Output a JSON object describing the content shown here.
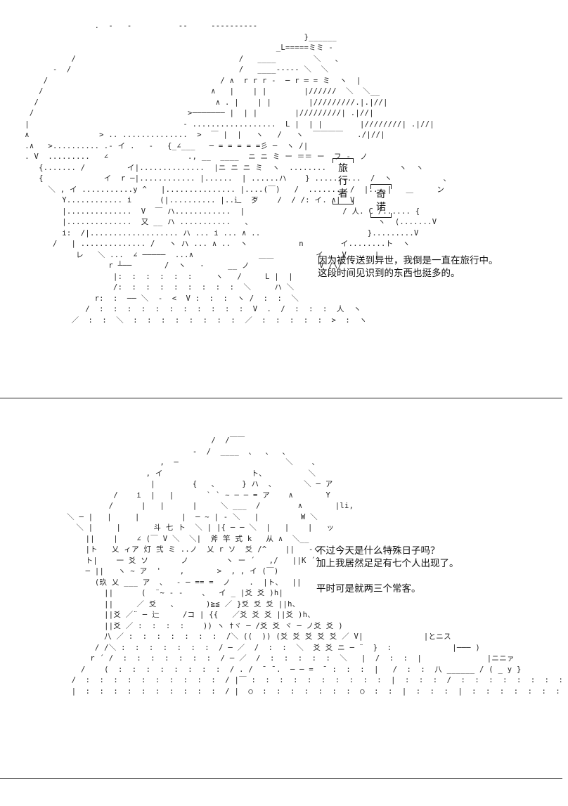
{
  "panel1": {
    "art": [
      "                 .  -   -          --     ----------",
      "                                                              }______",
      "                                                        _L=====ミミ -",
      "            /                                   /   ____        ＼   、",
      "        -  /                                    /   ____----- ＼  ＼",
      "      /                                     / ∧  r r r -  ─ r ═ = ミ  ヽ  |",
      "     /                                    ∧   |    | |        |//////  ＼  ＼__",
      "    /                                      ∧ . |    | |        |/////////.|.|//|",
      "   /                                 >─────── |  | |        |/////////| .|//|",
      "  |                                 - ..................  L |  | |        |////////| .|//|",
      "  ∧               > .. ..............  >  ￣ |  |   ヽ   /   ヽ  ￣￣￣￣   ./|//|",
      "  .∧   >.......... .- イ .   -   {_∠___   ─ = = = = =彡 ─  ヽ /|",
      "  . V  .........   ∠                 ., __  ____  ニ ニ ミ ー ＝＝ ー  フ -  ノ",
      "     {....... /         イ|..............  |ニ ニ ニ ミ  ヽ  ........   、           ヽ  ヽ",
      "     {             イ  r ─|............ |......  | ......ハ    } ..........  /  ヽ           、",
      "       ＼ , イ ...........y ^   |............... |....(￣)   /  .......  /  |....|   ＿     ン",
      "          Y............ i      (|.......... |..辶  歹    /  / /: イ. ∧|  V",
      "          |..............  V  ￣ ハ............  |                     / 人. C /...... {",
      "          |..............  又 __ ハ ...........   、                           ヽ  (.......V",
      "          i:  /|................... ハ ... i ... ∧ ..                       }.........V",
      "        /   | .............. /   ヽ ハ ... ∧ ..  ヽ           n        イ........ト  ヽ",
      "             レ   ＼ ...  ∠ ─────  ...∧              ＿＿         イ    V..... |",
      "                    r ┴──       /  ヽ   -     __ ノ               V /\\/",
      "                     |:  :  :  :  :  :     ヽ   /     L |  |",
      "                     /:  :  :  :  :  :  :  :  :  ＼     ハ ＼",
      "                 r:  :  ── ＼  -  <  V :  :  :  ヽ /  :  :  ＼",
      "               /  :  :  :  :  :  :  :  :  :  :  :  V  .  /  :  :  :  人  ヽ",
      "            ／  :  :  ＼  :  :  :  :  :  :  :  :  ／  :  :  :  :  :  >  :  ヽ"
    ],
    "narration": [
      "因为被传送到异世，我倒是一直在旅行中。",
      "这段时间见识到的东西也挺多的。"
    ],
    "nameplate_left": [
      "旅",
      "行",
      "者"
    ],
    "nameplate_right": [
      "奇",
      "诺"
    ]
  },
  "panel2": {
    "art": [
      "                                    /  /￣￣",
      "                                -  /  ____  、  、  、",
      "                         ,  ─                       ＼    、",
      "                      , イ                   ト、         ＼",
      "                       |        {   、     } ハ  、      ＼ ─ ア",
      "               /    i  |   |       ` ` ~ ─ ─ = ア    ∧       Y",
      "              /      |   |      |     ＼ ___  /        ∧       |li,",
      "     ＼ ─ |   |     |         |  ─ ~ | - ＼   |         W ＼",
      "       ＼ |     |       斗 七 ト  ＼ | |{ ─ ─ ＼  |   |    |   ッ",
      "         ||    |    ∠ (￣ V ＼  ＼|  斧 竿 式 k   从 ∧  ＼__",
      "         |ト   乂 ィア 灯 弐 ミ ..ノ  乂 r ソ  爻 /^    ||   -く",
      "         ト|    一 爻 ソ       ノ        ヽ ー ´   ,/   ||K ´^",
      "         ─ ||   ヽ ~ ア  '    ,       >  , , イ (￣)",
      "           (玖 乂 ___ ア  、  - ─ == =  ノ    .  |ト、  ||",
      "             ||      (  ¨~ - -    、  イ _ |爻 爻 )h|",
      "             ||     ／ 爻   、      )≧≦ ／ }爻 爻 爻 ||h、",
      "             ||爻 ／¨ ─ 辷     /コ | {{   ／爻 爻 爻 ||爻 )h、",
      "             ||爻 ／ :  :  :  :    )) ヽ †ヾ ─ /爻 爻 ヾ ─ ノ爻 爻 )",
      "             八 ／ :  :  :  :  :  :  :  /＼ ((  )) (爻 爻 爻 爻 爻 ／ V|             |とニス",
      "           / /＼ :  :  :  :  :  :  :  / ─ ／  /  :  :  ＼  爻 爻 ニ ─ ¨  }  :             |─── )",
      "          r ´ /  :  :  :  :  :  :  :  / ─ ／  /  :  :  :  :  :  ＼   |  /  :  :  |              |ニニァ",
      "        /    (  :  :  :  :  :  :  :  :  / . /  ̄  ̄ .  ─ ─ =  ̄  :  :  :  |   /  :  :  八 ______ / ( _ y }",
      "      /  :  :  :  :  :  :  :  :  :  :  / |￣ :  :  :  :  :  :  :  :  :  :  |  :  :  :  /  :  :  :  :  :  :  :  :   ─ ノ",
      "      |  :  :  :  :  :  :  :  :  :  :  / |  ○  :  :  :  :  :  :  :  ○  :  :  |  :  :  :  |  :  :  :  :  :  :  :  :  ／"
    ],
    "narration": [
      "不过今天是什么特殊日子吗？",
      "加上我居然足足有七个人出现了。",
      "",
      "平时可是就两三个常客。"
    ]
  }
}
